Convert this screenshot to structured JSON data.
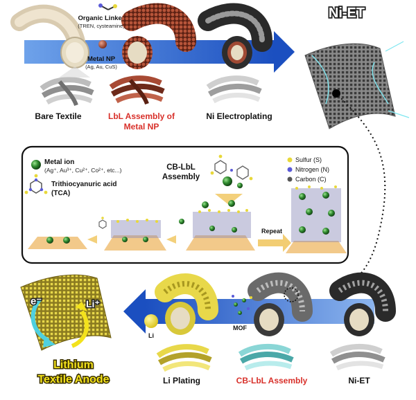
{
  "top": {
    "organic_linker": "Organic Linker",
    "organic_linker_sub": "(TREN, cysteamine)",
    "metal_np": "Metal NP",
    "metal_np_sub": "(Ag, Au, CuS)",
    "bare_textile": "Bare Textile",
    "lbl_line1": "LbL Assembly of",
    "lbl_line2": "Metal NP",
    "ni_electroplating": "Ni Electroplating",
    "ni_et": "Ni-ET"
  },
  "middle": {
    "metal_ion": "Metal ion",
    "metal_ion_list": "(Ag⁺, Au³⁺, Cu²⁺, Co²⁺, etc...)",
    "tca_line1": "Trithiocyanuric acid",
    "tca_line2": "(TCA)",
    "cb_lbl_line1": "CB-LbL",
    "cb_lbl_line2": "Assembly",
    "sulfur": "Sulfur (S)",
    "nitrogen": "Nitrogen (N)",
    "carbon": "Carbon (C)",
    "repeat": "Repeat"
  },
  "bottom": {
    "electron": "e⁻",
    "li_ion": "Li⁺",
    "anode_line1": "Lithium",
    "anode_line2": "Textile Anode",
    "li": "Li",
    "mof": "MOF",
    "li_plating": "Li Plating",
    "cb_lbl_assembly": "CB-LbL Assembly",
    "ni_et": "Ni-ET"
  },
  "colors": {
    "arrow_blue": "#2456c4",
    "red_label": "#d8302a",
    "yellow_label": "#f3e21c",
    "ni_gray": "#3a3a3a",
    "np_brown": "#9c3a25",
    "sulfur_yellow": "#e8d83a",
    "nitrogen_blue": "#5a5ad8",
    "carbon_gray": "#5a5a5a",
    "metal_green": "#2f8a2f",
    "substrate": "#f2c98a"
  }
}
